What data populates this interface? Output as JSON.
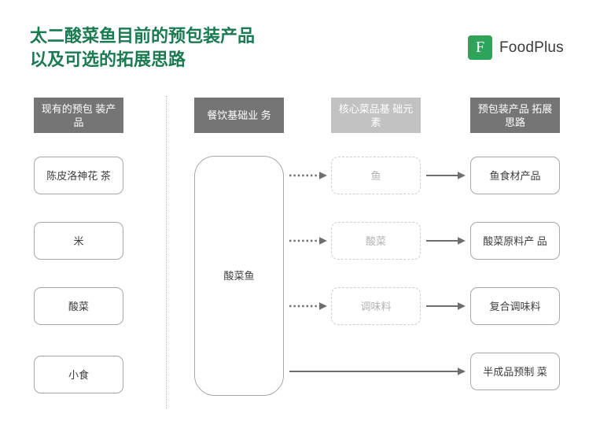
{
  "slide": {
    "title": "太二酸菜鱼目前的预包装产品\n以及可选的拓展思路",
    "title_color": "#1a7a52",
    "background": "#ffffff"
  },
  "brand": {
    "logo_letter": "F",
    "name": "FoodPlus",
    "logo_color": "#2ea35a"
  },
  "columns": [
    {
      "id": "existing-products",
      "header": "现有的预包\n装产品",
      "header_style": "dark",
      "header_color": "#757575"
    },
    {
      "id": "core-business",
      "header": "餐饮基础业\n务",
      "header_style": "dark",
      "header_color": "#757575"
    },
    {
      "id": "core-elements",
      "header": "核心菜品基\n础元素",
      "header_style": "light",
      "header_color": "#c2c2c2"
    },
    {
      "id": "product-ideas",
      "header": "预包装产品\n拓展思路",
      "header_style": "dark",
      "header_color": "#757575"
    }
  ],
  "existing_products": [
    {
      "label": "陈皮洛神花\n茶"
    },
    {
      "label": "米"
    },
    {
      "label": "酸菜"
    },
    {
      "label": "小食"
    }
  ],
  "core_business": {
    "label": "酸菜鱼"
  },
  "core_elements": [
    {
      "label": "鱼"
    },
    {
      "label": "酸菜"
    },
    {
      "label": "调味料"
    }
  ],
  "product_ideas": [
    {
      "label": "鱼食材产品"
    },
    {
      "label": "酸菜原料产\n品"
    },
    {
      "label": "复合调味料"
    },
    {
      "label": "半成品预制\n菜"
    }
  ],
  "connectors": [
    {
      "id": "core-to-element-1",
      "style": "dotted",
      "from": "酸菜鱼",
      "to": "鱼"
    },
    {
      "id": "core-to-element-2",
      "style": "dotted",
      "from": "酸菜鱼",
      "to": "酸菜"
    },
    {
      "id": "core-to-element-3",
      "style": "dotted",
      "from": "酸菜鱼",
      "to": "调味料"
    },
    {
      "id": "element-1-to-idea-1",
      "style": "solid",
      "from": "鱼",
      "to": "鱼食材产品"
    },
    {
      "id": "element-2-to-idea-2",
      "style": "solid",
      "from": "酸菜",
      "to": "酸菜原料产品"
    },
    {
      "id": "element-3-to-idea-3",
      "style": "solid",
      "from": "调味料",
      "to": "复合调味料"
    },
    {
      "id": "core-to-idea-4",
      "style": "solid",
      "from": "酸菜鱼",
      "to": "半成品预制菜"
    }
  ],
  "divider": {
    "style": "dotted",
    "color": "#bdbdbd"
  }
}
